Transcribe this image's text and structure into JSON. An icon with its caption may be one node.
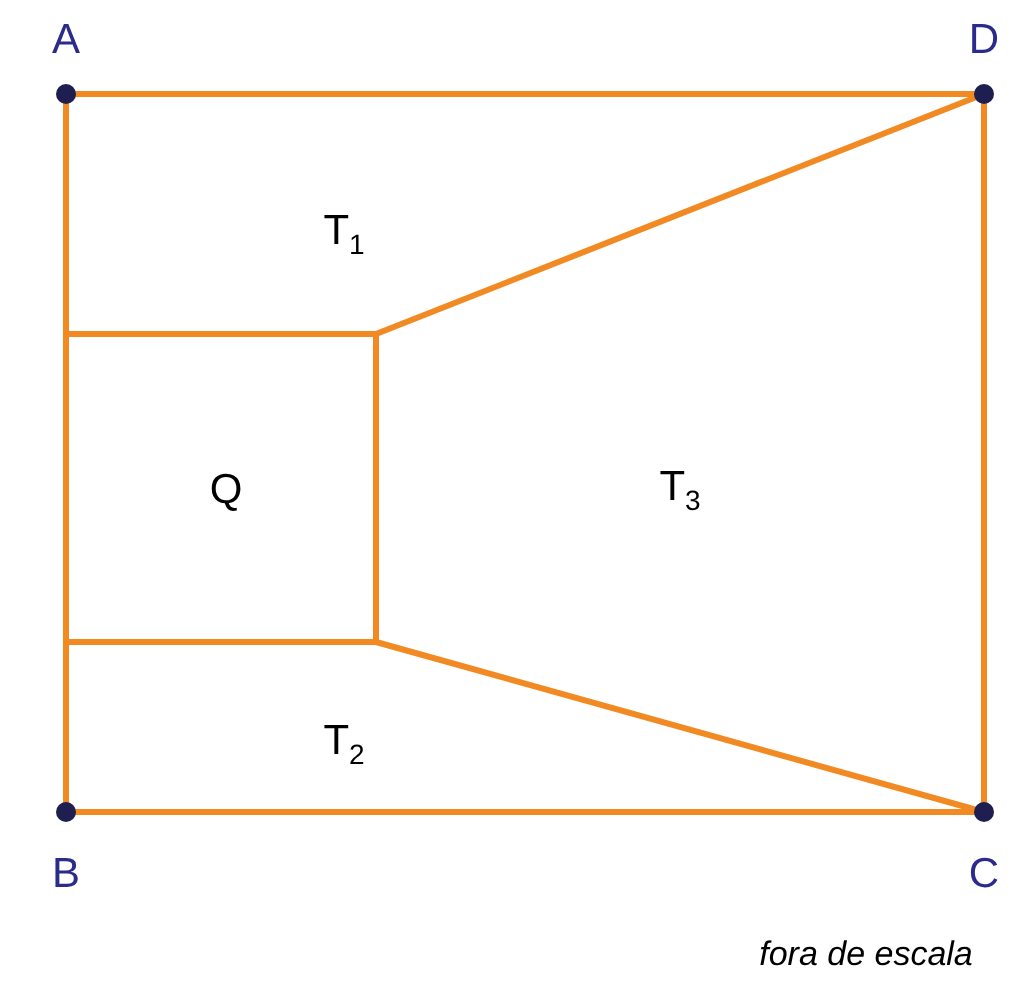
{
  "diagram": {
    "labels": [
      "A",
      "D",
      "T$_{1}$",
      "Q",
      "T$_{3}$",
      "T$_{2}$",
      "B",
      "C",
      "fora de escala"
    ]
  }
}
